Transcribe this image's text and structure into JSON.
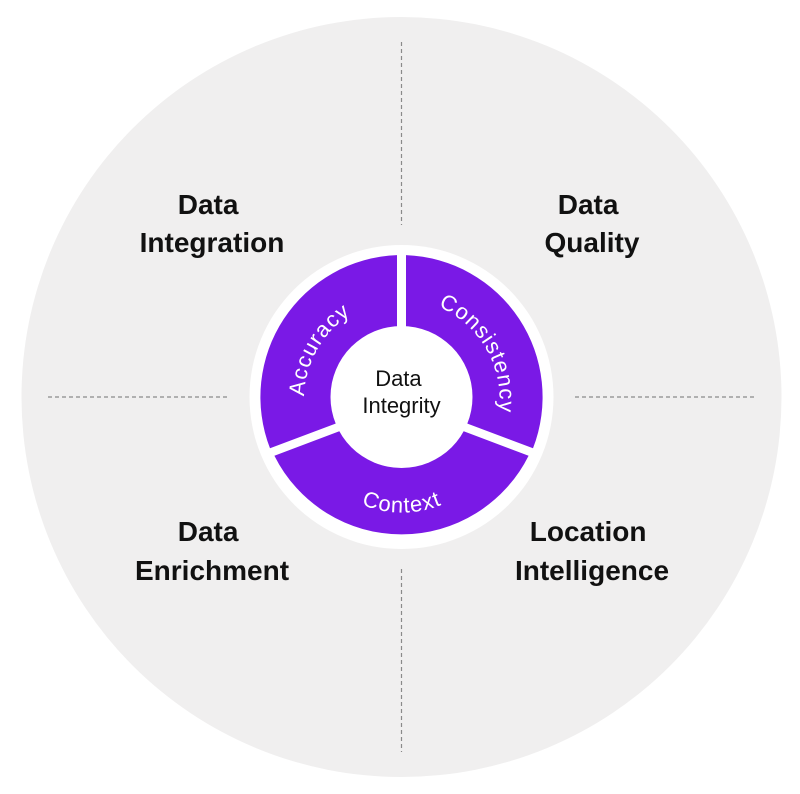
{
  "colors": {
    "background_circle": "#f0efef",
    "ring": "#7a19e6",
    "divider": "#8a8a8a",
    "text_dark": "#111111",
    "text_light": "#ffffff"
  },
  "quadrants": {
    "top_left": [
      "Data",
      "Integration"
    ],
    "top_right": [
      "Data",
      "Quality"
    ],
    "bottom_left": [
      "Data",
      "Enrichment"
    ],
    "bottom_right": [
      "Location",
      "Intelligence"
    ]
  },
  "ring_segments": [
    "Accuracy",
    "Consistency",
    "Context"
  ],
  "center": [
    "Data",
    "Integrity"
  ]
}
